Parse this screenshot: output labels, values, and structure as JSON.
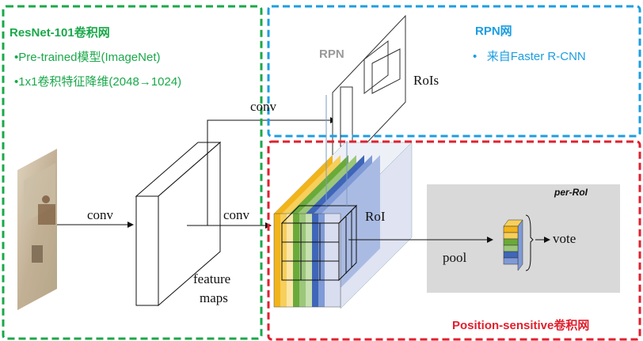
{
  "green_panel": {
    "title": "ResNet-101卷积网",
    "items": [
      "•Pre-trained模型(ImageNet)",
      "•1x1卷积特征降维(2048→1024)"
    ]
  },
  "blue_panel": {
    "title": "RPN网",
    "items": [
      "•   来自Faster R-CNN"
    ]
  },
  "red_panel": {
    "title": "Position-sensitive卷积网"
  },
  "diagram": {
    "conv_left": "conv",
    "conv_top": "conv",
    "conv_mid": "conv",
    "feature_maps": [
      "feature",
      "maps"
    ],
    "rpn": "RPN",
    "rois": "RoIs",
    "roi": "RoI",
    "pool": "pool",
    "per_roi": "per-RoI",
    "vote": "vote"
  },
  "colors": {
    "green": "#1aa84a",
    "blue": "#1c9ee0",
    "red": "#e0202e",
    "score_map_yellow": "#f2b41c",
    "score_map_green": "#6aaa3a",
    "score_map_blue": "#3f66b8",
    "score_map_light": "#d8ddf0",
    "vote_panel_gray": "#d9d9d9"
  }
}
